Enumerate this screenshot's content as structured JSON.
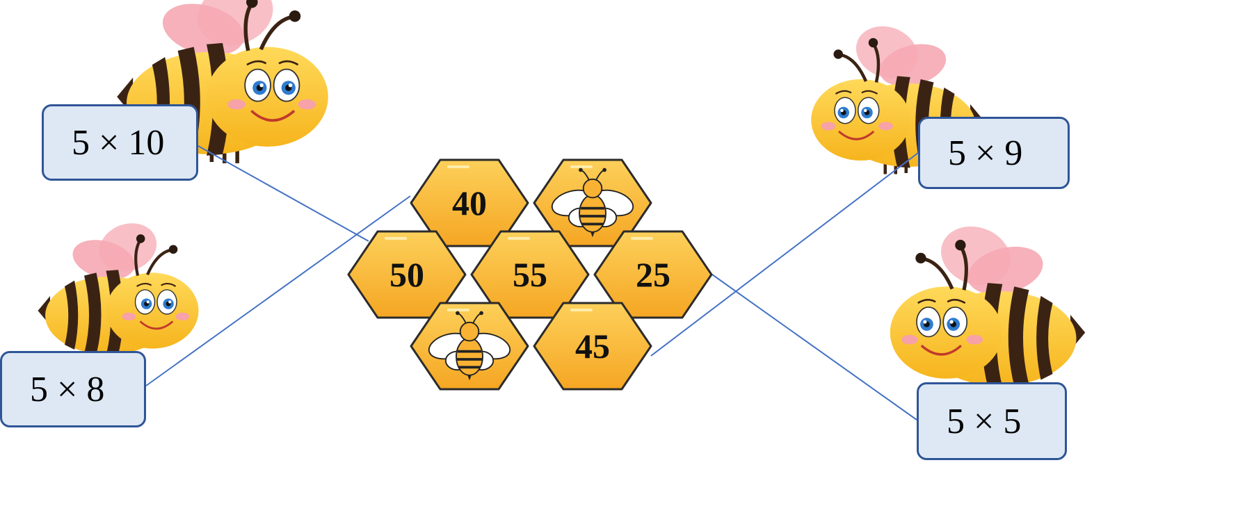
{
  "exercise": {
    "cards": [
      {
        "id": "card-5x10",
        "label": "5 × 10",
        "side": "left"
      },
      {
        "id": "card-5x8",
        "label": "5 × 8",
        "side": "left"
      },
      {
        "id": "card-5x9",
        "label": "5 × 9",
        "side": "right"
      },
      {
        "id": "card-5x5",
        "label": "5 × 5",
        "side": "right"
      }
    ],
    "honeycomb": [
      {
        "label": "40"
      },
      {
        "label": "",
        "icon": "bee-icon"
      },
      {
        "label": "50"
      },
      {
        "label": "55"
      },
      {
        "label": "25"
      },
      {
        "label": "",
        "icon": "bee-icon"
      },
      {
        "label": "45"
      }
    ],
    "connections": [
      {
        "from": "5 × 10",
        "to": "50"
      },
      {
        "from": "5 × 8",
        "to": "40"
      },
      {
        "from": "5 × 9",
        "to": "45"
      },
      {
        "from": "5 × 5",
        "to": "25"
      }
    ]
  },
  "colors": {
    "card_fill": "#dde8f4",
    "card_border": "#2f5597",
    "hex_fill": "#f9b233",
    "hex_border": "#2b2b2b",
    "line": "#4472c4",
    "bee_body": "#fcc937",
    "bee_stripe": "#3b2314",
    "wing": "#f7b8c0"
  }
}
